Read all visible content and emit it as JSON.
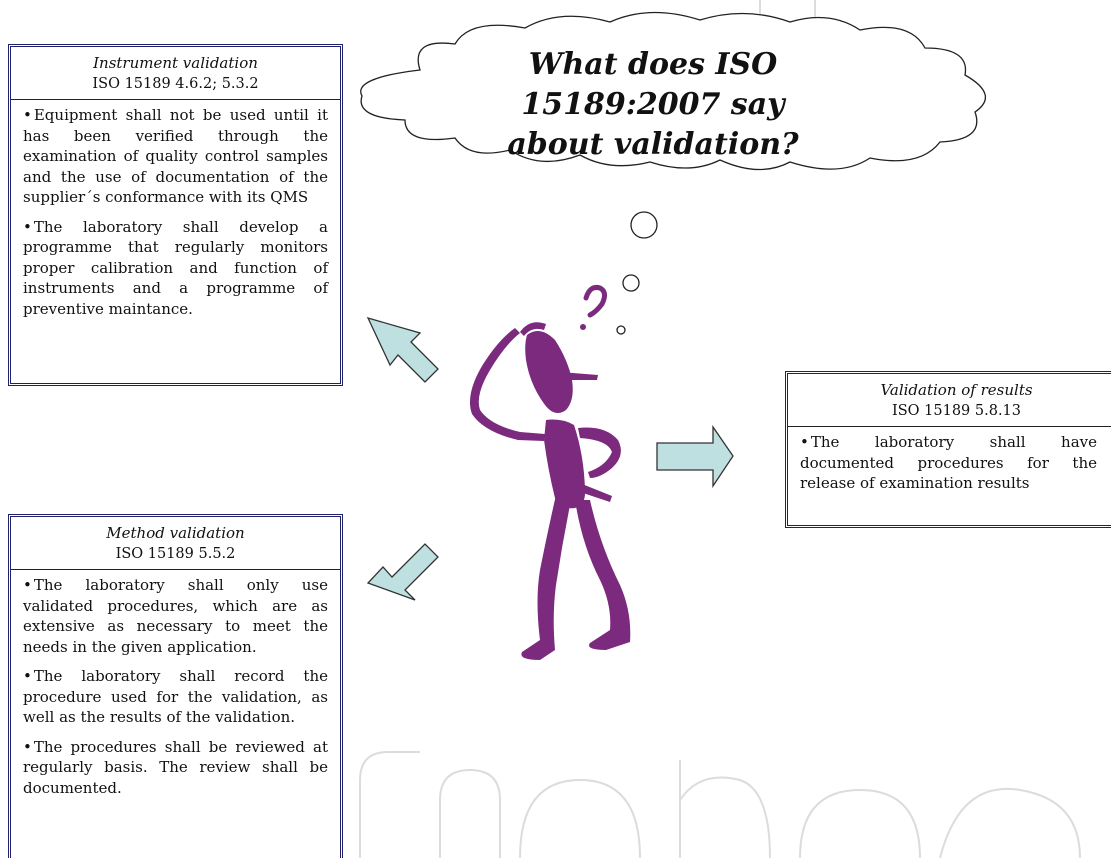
{
  "thought_bubble": {
    "text": "What does ISO 15189:2007 say about validation?"
  },
  "instrument_box": {
    "title": "Instrument validation",
    "ref": "ISO 15189 4.6.2; 5.3.2",
    "bullets": [
      "Equipment shall not be used until it has been verified through the examination of quality control samples and the use of documentation of the supplier´s conformance with its QMS",
      "The laboratory shall develop a programme that regularly monitors proper calibration and function of instruments and a programme of preventive maintance."
    ]
  },
  "method_box": {
    "title": "Method validation",
    "ref": "ISO 15189 5.5.2",
    "bullets": [
      "The laboratory shall only use validated procedures, which are as extensive as necessary to meet the needs in the given application.",
      "The laboratory shall record the procedure used for the validation, as well as the results of the validation.",
      "The procedures shall be reviewed at regularly basis. The review shall be documented."
    ]
  },
  "results_box": {
    "title": "Validation of results",
    "ref": "ISO 15189 5.8.13",
    "bullets": [
      "The laboratory shall have documented procedures for the release of examination results"
    ]
  },
  "bullet_symbol": "•",
  "colors": {
    "figure": "#7b2a7e",
    "arrow_fill": "#bfe0e0",
    "arrow_stroke": "#333333",
    "box_border": "#1f1f6b",
    "watermark": "#d9d9d9"
  },
  "icons": {
    "figure": "thinking-stick-figure-icon",
    "question_mark": "question-mark-icon"
  }
}
